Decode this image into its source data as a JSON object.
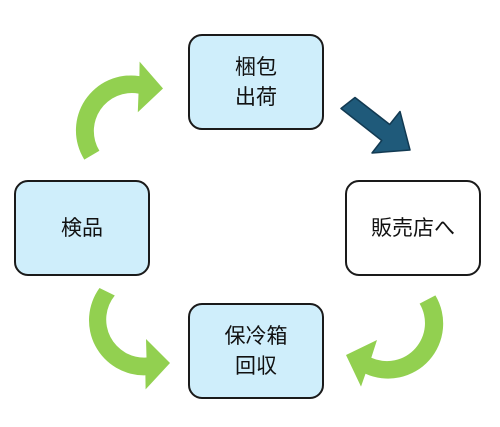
{
  "nodes": {
    "packing_shipping": {
      "line1": "梱包",
      "line2": "出荷"
    },
    "to_store": {
      "label": "販売店へ"
    },
    "cooler_collection": {
      "line1": "保冷箱",
      "line2": "回収"
    },
    "inspection": {
      "label": "検品"
    }
  },
  "colors": {
    "node_fill_active": "#cfeefb",
    "node_fill_plain": "#ffffff",
    "node_border": "#1a1a1a",
    "cycle_arrow": "#92d050",
    "flow_arrow": "#1f5a7a"
  }
}
